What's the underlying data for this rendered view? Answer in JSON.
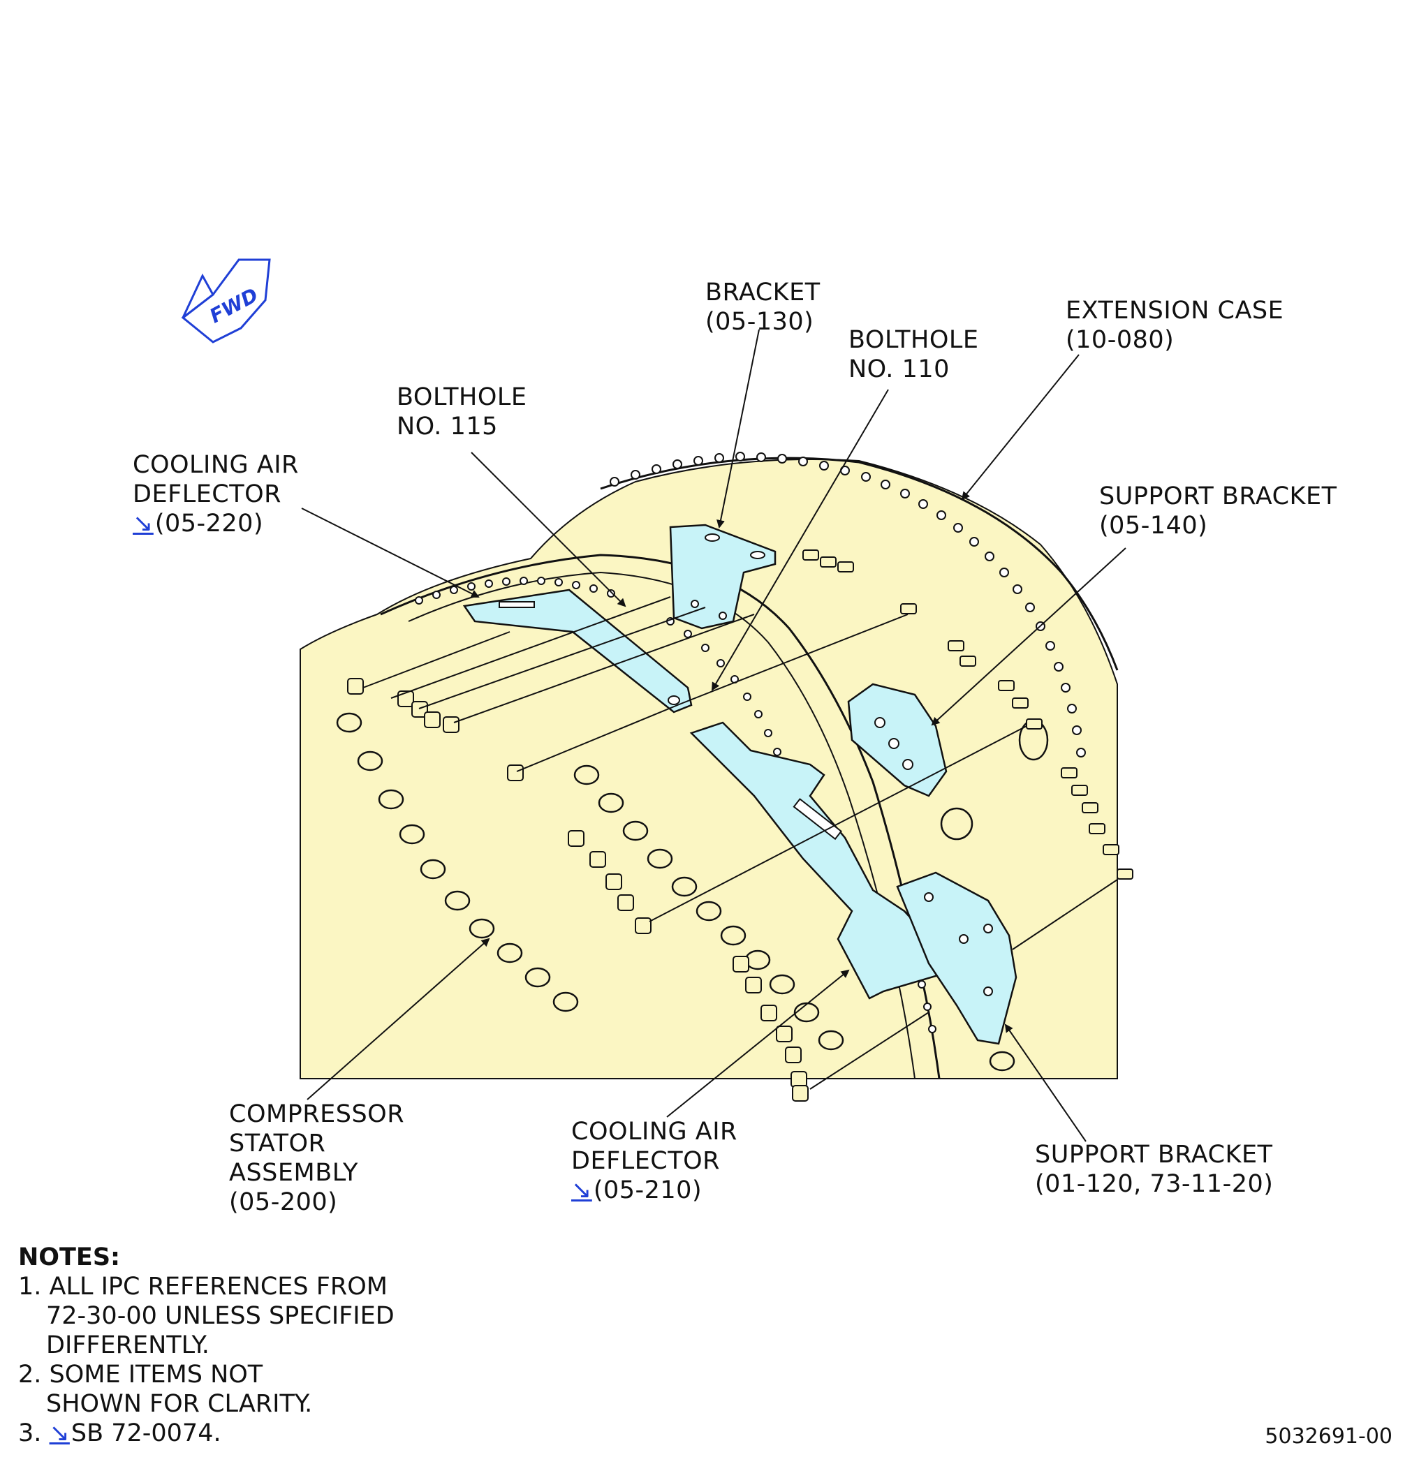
{
  "fwd_arrow": {
    "text": "FWD",
    "color": "#1f3fd6"
  },
  "callouts": {
    "bracket": {
      "line1": "BRACKET",
      "line2": "(05-130)"
    },
    "extension_case": {
      "line1": "EXTENSION CASE",
      "line2": "(10-080)"
    },
    "bolthole_110": {
      "line1": "BOLTHOLE",
      "line2": "NO. 110"
    },
    "bolthole_115": {
      "line1": "BOLTHOLE",
      "line2": "NO. 115"
    },
    "cooling_air_deflector_220": {
      "line1": "COOLING AIR",
      "line2": "DEFLECTOR",
      "line3": "(05-220)"
    },
    "support_bracket_140": {
      "line1": "SUPPORT BRACKET",
      "line2": "(05-140)"
    },
    "compressor_stator": {
      "line1": "COMPRESSOR",
      "line2": "STATOR",
      "line3": "ASSEMBLY",
      "line4": "(05-200)"
    },
    "cooling_air_deflector_210": {
      "line1": "COOLING AIR",
      "line2": "DEFLECTOR",
      "line3": "(05-210)"
    },
    "support_bracket_120": {
      "line1": "SUPPORT BRACKET",
      "line2": "(01-120, 73-11-20)"
    }
  },
  "notes": {
    "title": "NOTES:",
    "n1_a": "1. ALL IPC REFERENCES FROM",
    "n1_b": "72-30-00 UNLESS SPECIFIED",
    "n1_c": "DIFFERENTLY.",
    "n2_a": "2. SOME ITEMS NOT",
    "n2_b": "SHOWN FOR CLARITY.",
    "n3_prefix": "3.",
    "n3_text": "SB 72-0074."
  },
  "figure_id": "5032691-00",
  "colors": {
    "casing_fill": "#fbf6c3",
    "part_fill": "#c8f3f8",
    "line": "#111111",
    "sb_marker": "#1f3fd6"
  },
  "icons": {
    "sb_marker": "service-bulletin-marker-icon"
  }
}
